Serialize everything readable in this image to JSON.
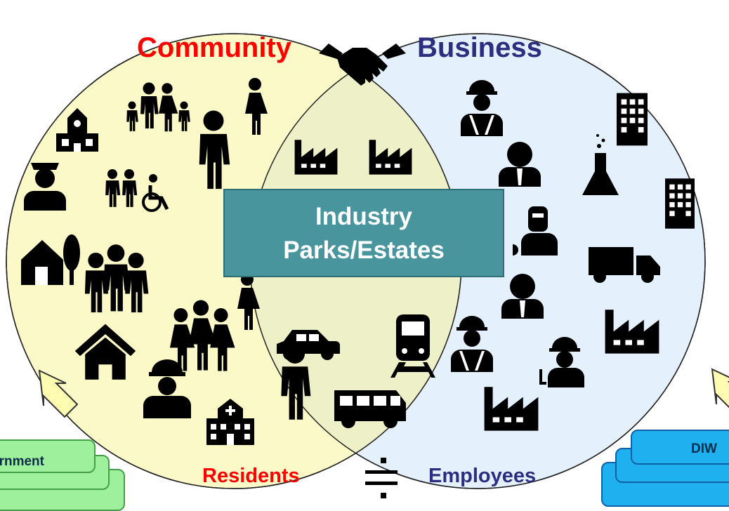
{
  "venn": {
    "left_title": "Community",
    "right_title": "Business",
    "left_color": "#fcf9c9",
    "right_color": "#e4f1fc"
  },
  "center": {
    "line1": "Industry",
    "line2": "Parks/Estates",
    "color": "#49959d"
  },
  "bottom": {
    "left_label": "Residents",
    "right_label": "Employees",
    "symbol": "divide-equals"
  },
  "side_stacks": {
    "left_text": "ernment",
    "right_text": "DIW"
  },
  "icons": {
    "community": [
      "school-icon",
      "family-icon",
      "woman-icon",
      "man-icon",
      "police-officer-icon",
      "people-disability-icon",
      "house-tree-icon",
      "group-icon",
      "woman-icon",
      "house-icon",
      "group-women-icon",
      "firefighter-icon",
      "hospital-icon",
      "man-icon"
    ],
    "overlap": [
      "handshake-icon",
      "factory-icon",
      "factory-icon",
      "car-icon",
      "train-icon",
      "bus-icon"
    ],
    "business": [
      "worker-helmet-icon",
      "office-building-icon",
      "businessman-icon",
      "lab-flask-icon",
      "office-building-icon",
      "welder-icon",
      "truck-icon",
      "businessman-icon",
      "factory-icon",
      "worker-helmet-icon",
      "electrician-icon",
      "factory-icon"
    ]
  }
}
